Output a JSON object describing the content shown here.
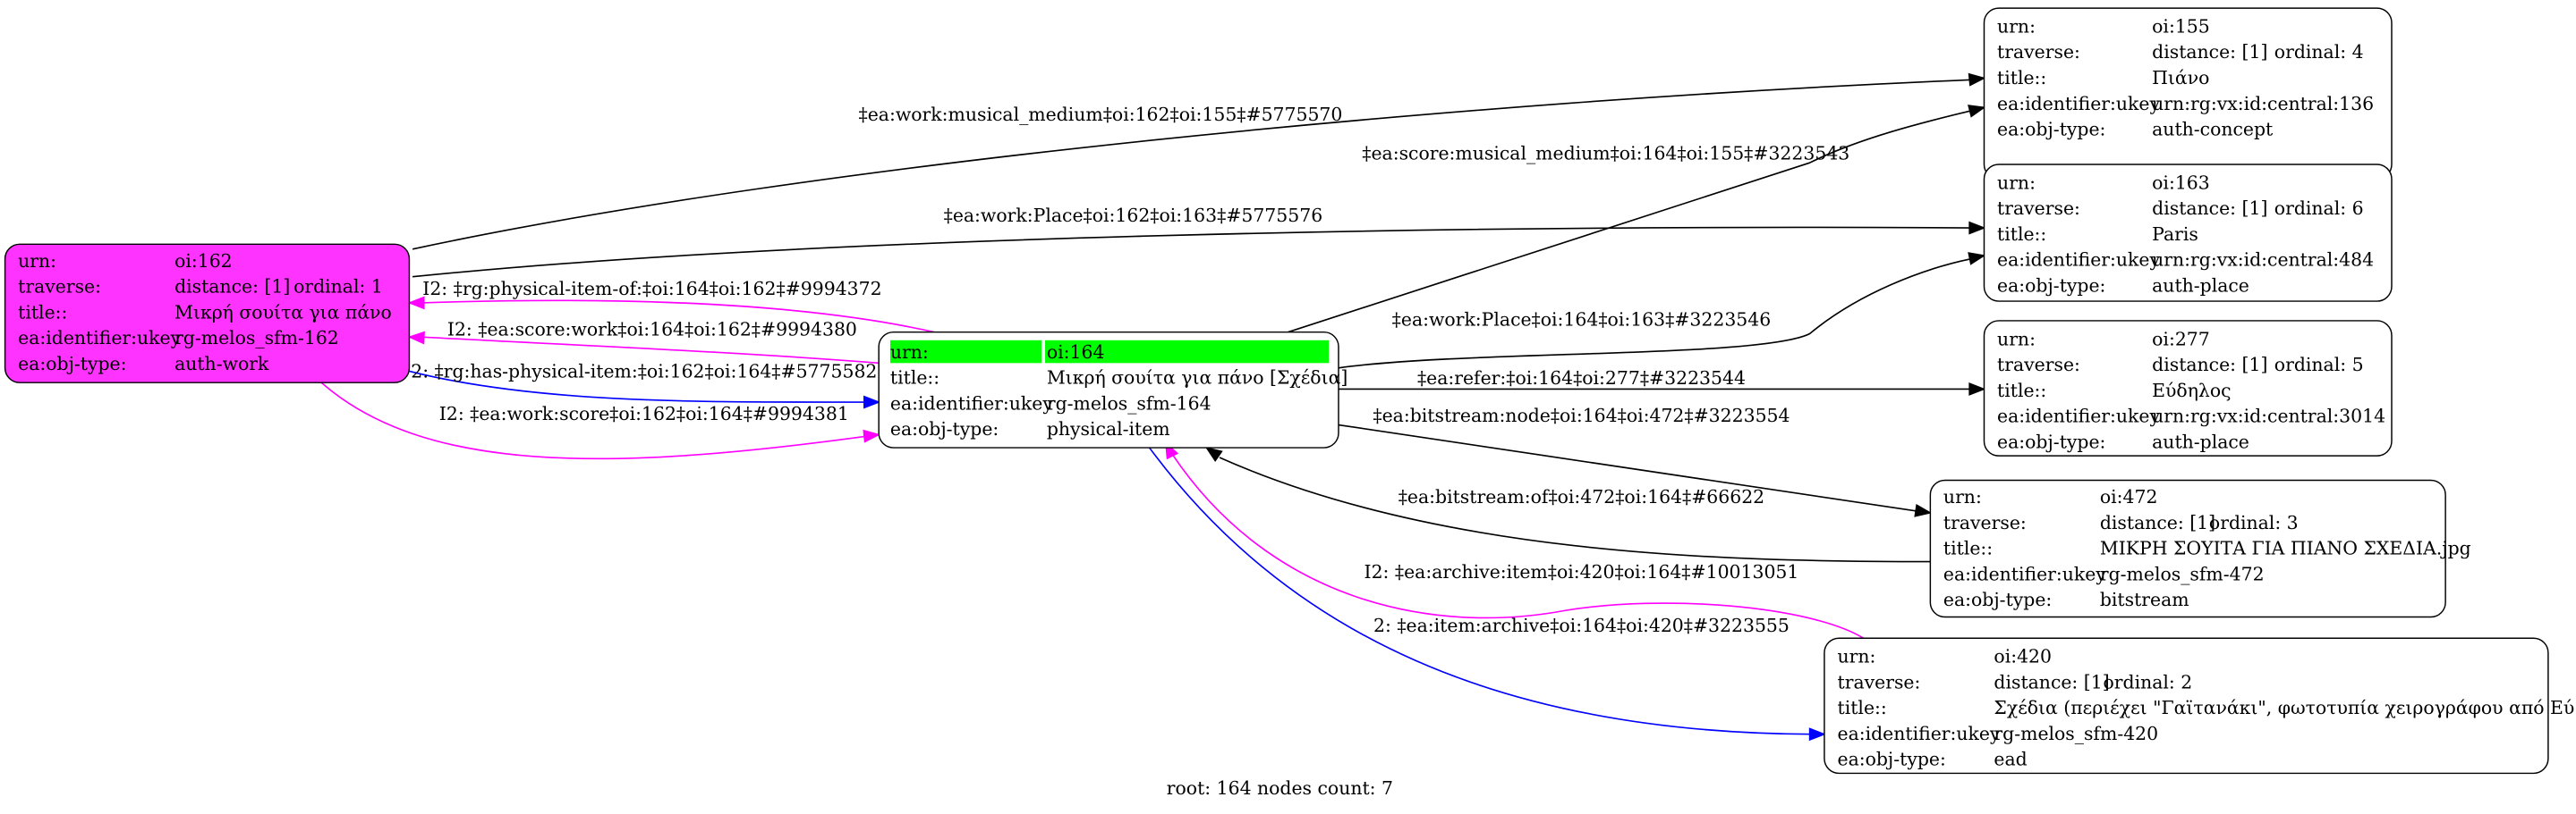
{
  "nodes": [
    {
      "id": "162",
      "fill": "#ff33ff",
      "rows": [
        {
          "label": "urn:",
          "value": "oi:162"
        },
        {
          "label": "traverse:",
          "value": "distance: [1]",
          "extra": "ordinal: 1"
        },
        {
          "label": "title::",
          "value": "Μικρή σουίτα για πάνο"
        },
        {
          "label": "ea:identifier:ukey",
          "value": "rg-melos_sfm-162"
        },
        {
          "label": "ea:obj-type:",
          "value": "auth-work"
        }
      ]
    },
    {
      "id": "164",
      "fill": "#ffffff",
      "highlight": "#00ff00",
      "rows": [
        {
          "label": "urn:",
          "value": "oi:164"
        },
        {
          "label": "title::",
          "value": "Μικρή σουίτα για πάνο [Σχέδια]"
        },
        {
          "label": "ea:identifier:ukey",
          "value": "rg-melos_sfm-164"
        },
        {
          "label": "ea:obj-type:",
          "value": "physical-item"
        }
      ]
    },
    {
      "id": "155",
      "fill": "#ffffff",
      "rows": [
        {
          "label": "urn:",
          "value": "oi:155"
        },
        {
          "label": "traverse:",
          "value": "distance: [1]",
          "extra": "ordinal: 4"
        },
        {
          "label": "title::",
          "value": "Πιάνο"
        },
        {
          "label": "ea:identifier:ukey",
          "value": "urn:rg:vx:id:central:136"
        },
        {
          "label": "ea:obj-type:",
          "value": "auth-concept"
        }
      ]
    },
    {
      "id": "163",
      "fill": "#ffffff",
      "rows": [
        {
          "label": "urn:",
          "value": "oi:163"
        },
        {
          "label": "traverse:",
          "value": "distance: [1]",
          "extra": "ordinal: 6"
        },
        {
          "label": "title::",
          "value": "Paris"
        },
        {
          "label": "ea:identifier:ukey",
          "value": "urn:rg:vx:id:central:484"
        },
        {
          "label": "ea:obj-type:",
          "value": "auth-place"
        }
      ]
    },
    {
      "id": "277",
      "fill": "#ffffff",
      "rows": [
        {
          "label": "urn:",
          "value": "oi:277"
        },
        {
          "label": "traverse:",
          "value": "distance: [1]",
          "extra": "ordinal: 5"
        },
        {
          "label": "title::",
          "value": "Εύδηλος"
        },
        {
          "label": "ea:identifier:ukey",
          "value": "urn:rg:vx:id:central:3014"
        },
        {
          "label": "ea:obj-type:",
          "value": "auth-place"
        }
      ]
    },
    {
      "id": "472",
      "fill": "#ffffff",
      "rows": [
        {
          "label": "urn:",
          "value": "oi:472"
        },
        {
          "label": "traverse:",
          "value": "distance: [1]",
          "extra": "ordinal: 3"
        },
        {
          "label": "title::",
          "value": "ΜΙΚΡΗ ΣΟΥΙΤΑ ΓΙΑ ΠΙΑΝΟ ΣΧΕΔΙΑ.jpg"
        },
        {
          "label": "ea:identifier:ukey",
          "value": "rg-melos_sfm-472"
        },
        {
          "label": "ea:obj-type:",
          "value": "bitstream"
        }
      ]
    },
    {
      "id": "420",
      "fill": "#ffffff",
      "rows": [
        {
          "label": "urn:",
          "value": "oi:420"
        },
        {
          "label": "traverse:",
          "value": "distance: [1]",
          "extra": "ordinal: 2"
        },
        {
          "label": "title::",
          "value": "Σχέδια (περιέχει \"Γαϊτανάκι\", φωτοτυπία χειρογράφου από Εύ..."
        },
        {
          "label": "ea:identifier:ukey",
          "value": "rg-melos_sfm-420"
        },
        {
          "label": "ea:obj-type:",
          "value": "ead"
        }
      ]
    }
  ],
  "edges": [
    {
      "from": "162",
      "to": "155",
      "color": "#000000",
      "label": "‡ea:work:musical_medium‡oi:162‡oi:155‡#5775570"
    },
    {
      "from": "162",
      "to": "163",
      "color": "#000000",
      "label": "‡ea:work:Place‡oi:162‡oi:163‡#5775576"
    },
    {
      "from": "164",
      "to": "162",
      "color": "#ff00ff",
      "label": "I2: ‡rg:physical-item-of:‡oi:164‡oi:162‡#9994372"
    },
    {
      "from": "164",
      "to": "162",
      "color": "#ff00ff",
      "label": "I2: ‡ea:score:work‡oi:164‡oi:162‡#9994380"
    },
    {
      "from": "162",
      "to": "164",
      "color": "#0000ff",
      "label": "2: ‡rg:has-physical-item:‡oi:162‡oi:164‡#5775582"
    },
    {
      "from": "162",
      "to": "164",
      "color": "#ff00ff",
      "label": "I2: ‡ea:work:score‡oi:162‡oi:164‡#9994381"
    },
    {
      "from": "164",
      "to": "155",
      "color": "#000000",
      "label": "‡ea:score:musical_medium‡oi:164‡oi:155‡#3223543"
    },
    {
      "from": "164",
      "to": "163",
      "color": "#000000",
      "label": "‡ea:work:Place‡oi:164‡oi:163‡#3223546"
    },
    {
      "from": "164",
      "to": "277",
      "color": "#000000",
      "label": "‡ea:refer:‡oi:164‡oi:277‡#3223544"
    },
    {
      "from": "164",
      "to": "472",
      "color": "#000000",
      "label": "‡ea:bitstream:node‡oi:164‡oi:472‡#3223554"
    },
    {
      "from": "472",
      "to": "164",
      "color": "#000000",
      "label": "‡ea:bitstream:of‡oi:472‡oi:164‡#66622"
    },
    {
      "from": "420",
      "to": "164",
      "color": "#ff00ff",
      "label": "I2: ‡ea:archive:item‡oi:420‡oi:164‡#10013051"
    },
    {
      "from": "164",
      "to": "420",
      "color": "#0000ff",
      "label": "2: ‡ea:item:archive‡oi:164‡oi:420‡#3223555"
    }
  ],
  "footer": "root: 164 nodes count: 7"
}
